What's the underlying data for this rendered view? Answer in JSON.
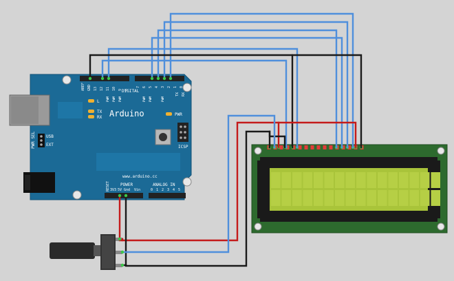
{
  "arduino": {
    "logo_text": "Arduino",
    "website": "www.arduino.cc",
    "header_top_labels": [
      "AREF",
      "GND",
      "13",
      "12",
      "11",
      "10",
      "9",
      "8",
      "7",
      "6",
      "5",
      "4",
      "3",
      "2",
      "1",
      "0"
    ],
    "digital_label": "DIGITAL",
    "pwm_label": "PWM",
    "tx_rx": [
      "TX",
      "RX"
    ],
    "led_labels": [
      "L",
      "TX",
      "RX"
    ],
    "pwr_label": "PWR",
    "pwr_sel_label": "PWR SEL",
    "usb_label": "USB",
    "ext_label": "EXT",
    "icsp_label": "ICSP",
    "reset_label": "RESET",
    "power_label": "POWER",
    "power_pins": [
      "3V3",
      "5V",
      "Gnd",
      "Vin"
    ],
    "analog_label": "ANALOG IN",
    "analog_pins": [
      "0",
      "1",
      "2",
      "3",
      "4",
      "5"
    ]
  },
  "colors": {
    "board": "#1b6a96",
    "board_dark": "#135277",
    "wire_blue": "#4f8fdc",
    "wire_red": "#c41a1a",
    "wire_black": "#1a1a1a",
    "lcd_pcb": "#2d6a2e",
    "lcd_screen": "#a9c43a",
    "background": "#d4d4d4"
  },
  "components": [
    "arduino-uno",
    "lcd-16x2",
    "potentiometer"
  ]
}
